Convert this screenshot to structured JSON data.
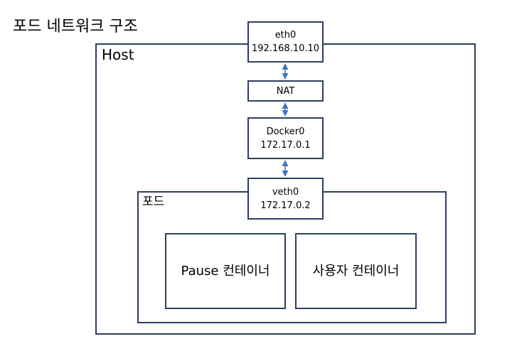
{
  "title": "포드 네트워크 구조",
  "host_label": "Host",
  "pod_label": "포드",
  "nodes": {
    "eth0": {
      "name": "eth0",
      "ip": "192.168.10.10"
    },
    "nat": {
      "name": "NAT"
    },
    "docker0": {
      "name": "Docker0",
      "ip": "172.17.0.1"
    },
    "veth0": {
      "name": "veth0",
      "ip": "172.17.0.2"
    }
  },
  "containers": {
    "pause": "Pause 컨테이너",
    "user": "사용자 컨테이너"
  },
  "colors": {
    "border": "#2f3f5f",
    "arrow": "#4472c4"
  }
}
